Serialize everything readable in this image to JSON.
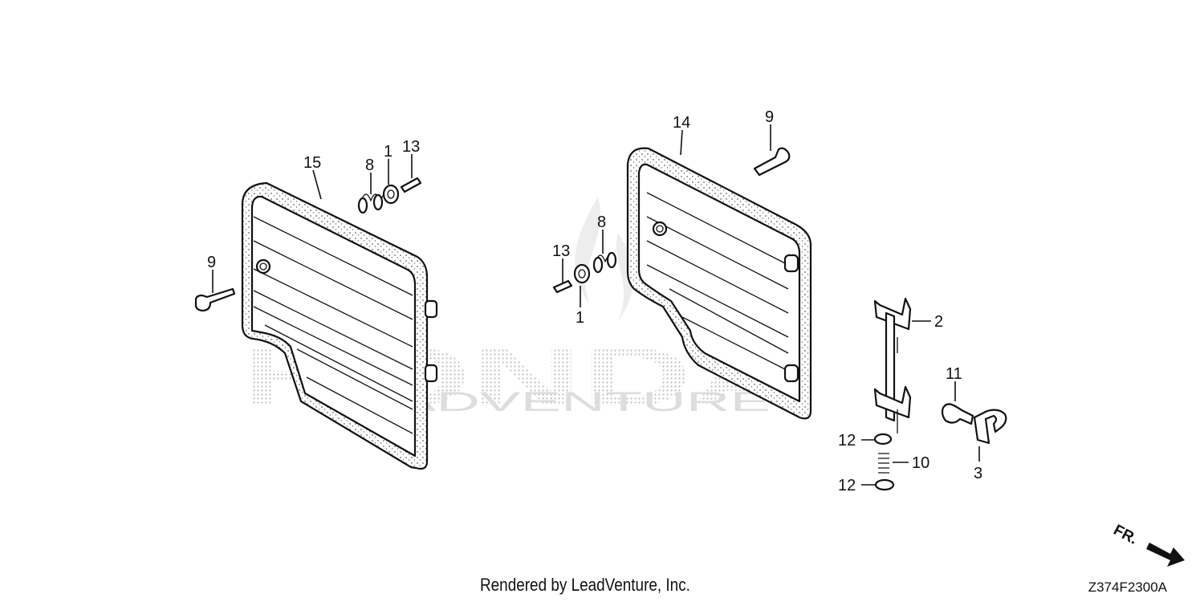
{
  "watermark": {
    "brand": "HONDA",
    "sub": "LEADVENTURE"
  },
  "callouts": {
    "left": {
      "p15": "15",
      "p8": "8",
      "p1": "1",
      "p13": "13",
      "p9": "9"
    },
    "center": {
      "p14": "14",
      "p9": "9",
      "p8": "8",
      "p13": "13",
      "p1": "1"
    },
    "right": {
      "p2": "2",
      "p11": "11",
      "p12a": "12",
      "p10": "10",
      "p12b": "12",
      "p3": "3"
    }
  },
  "direction_label": "FR.",
  "credit": "Rendered by LeadVenture, Inc.",
  "diagram_code": "Z374F2300A",
  "colors": {
    "ink": "#111111",
    "watermark": "#c8c8c8"
  }
}
